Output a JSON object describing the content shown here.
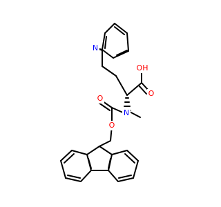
{
  "molecule": {
    "atoms": {
      "pyridine_n": {
        "symbol": "N",
        "color": "#0000FF"
      },
      "acid_oh": {
        "symbol": "OH",
        "color": "#FF0000"
      },
      "acid_o": {
        "symbol": "O",
        "color": "#FF0000"
      },
      "amine_n": {
        "symbol": "N",
        "color": "#0000FF"
      },
      "carbamate_o": {
        "symbol": "O",
        "color": "#FF0000"
      },
      "ester_o": {
        "symbol": "O",
        "color": "#FF0000"
      }
    },
    "bond_color": "#000000"
  }
}
